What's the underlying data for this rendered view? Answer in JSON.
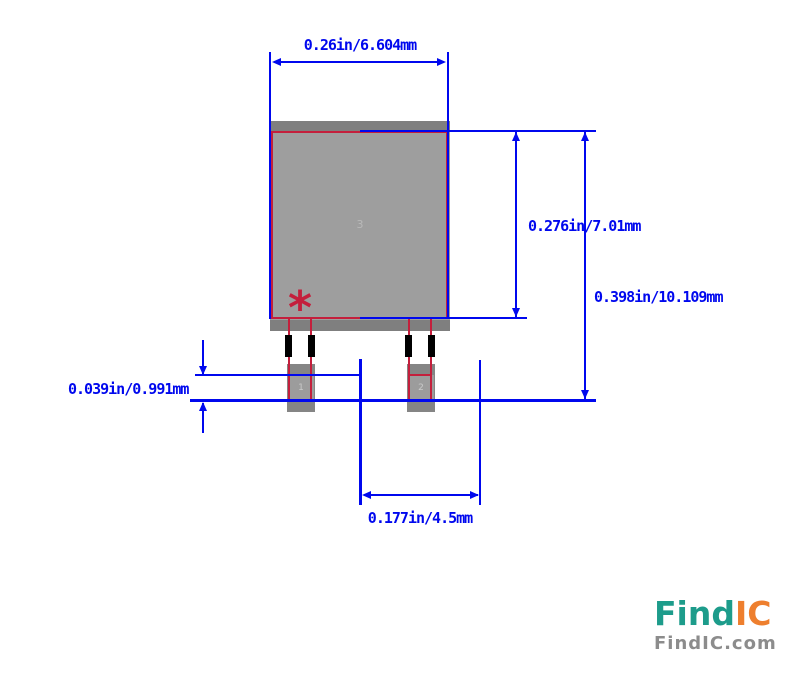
{
  "diagram": {
    "type": "component-package-footprint-drawing",
    "dimensions": {
      "body_width": {
        "label": "0.26in/6.604mm"
      },
      "body_height": {
        "label": "0.276in/7.01mm"
      },
      "total_height": {
        "label": "0.398in/10.109mm"
      },
      "pad_height": {
        "label": "0.039in/0.991mm"
      },
      "pin_pitch": {
        "label": "0.177in/4.5mm"
      }
    },
    "package": {
      "pin1_marker": "*",
      "pads": [
        {
          "number": "1"
        },
        {
          "number": "2"
        },
        {
          "number": "3"
        }
      ]
    },
    "colors": {
      "dimension_blue": "#0008ee",
      "outline_red": "#c41f3c",
      "body_gray": "#9e9e9e",
      "strip_gray": "#7f7f7f",
      "pad_gray": "#858585",
      "pad_inner_gray": "#9c9c9c",
      "lead_black": "#000000"
    }
  },
  "logo": {
    "brand_part1": "Find",
    "brand_part2": "IC",
    "domain": "FindIC.com",
    "colors": {
      "teal": "#1d9c8b",
      "orange": "#ee7f2e",
      "gray": "#8c8c8c"
    }
  }
}
